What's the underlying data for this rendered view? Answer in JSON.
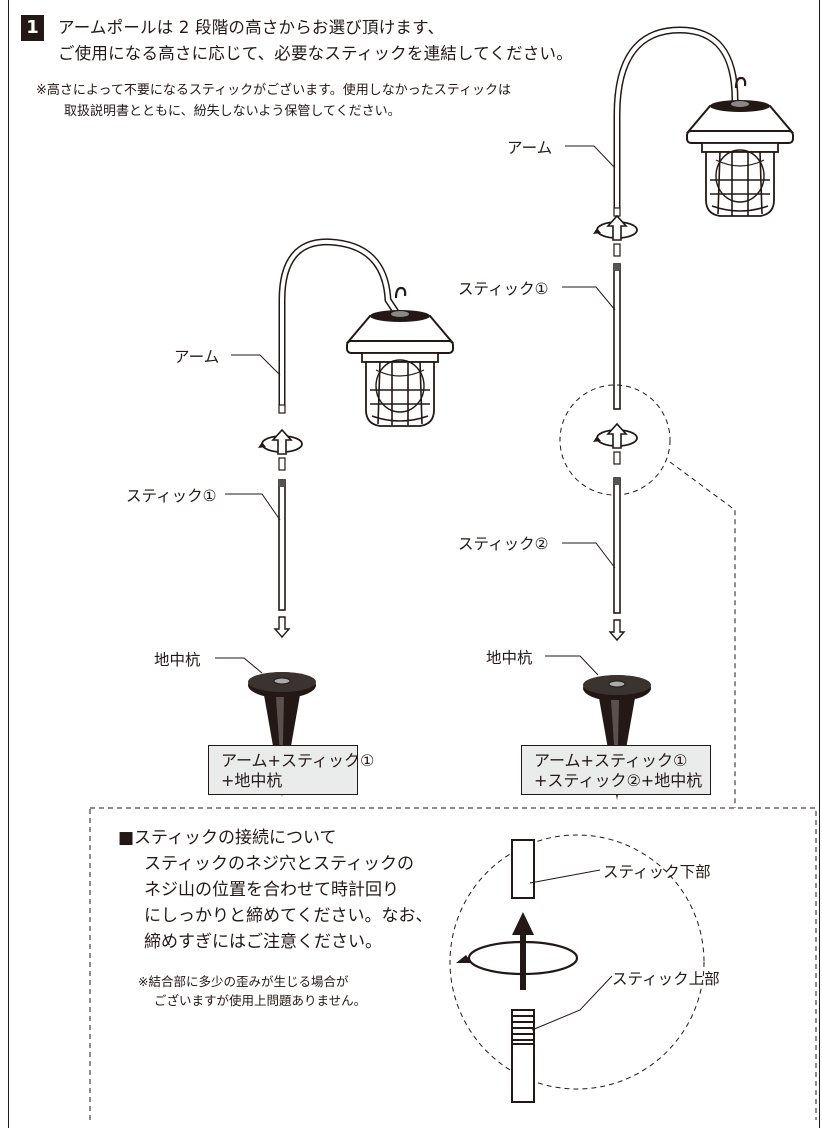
{
  "step": {
    "number": "1"
  },
  "instructions": {
    "line1": "アームポールは 2 段階の高さからお選び頂けます、",
    "line2": "ご使用になる高さに応じて、必要なスティックを連結してください。"
  },
  "note": {
    "line1": "※高さによって不要になるスティックがございます。使用しなかったスティックは",
    "line2": "取扱説明書とともに、紛失しないよう保管してください。"
  },
  "left_assembly": {
    "arm_label": "アーム",
    "stick1_label": "スティック①",
    "stake_label": "地中杭",
    "caption_line1": "アーム+スティック①",
    "caption_line2": "+地中杭"
  },
  "right_assembly": {
    "arm_label": "アーム",
    "stick1_label": "スティック①",
    "stick2_label": "スティック②",
    "stake_label": "地中杭",
    "caption_line1": "アーム+スティック①",
    "caption_line2": "+スティック②+地中杭"
  },
  "connection_panel": {
    "title": "■スティックの接続について",
    "text_line1": "スティックのネジ穴とスティックの",
    "text_line2": "ネジ山の位置を合わせて時計回り",
    "text_line3": "にしっかりと締めてください。なお、",
    "text_line4": "締めすぎにはご注意ください。",
    "note_line1": "※結合部に多少の歪みが生じる場合が",
    "note_line2": "ございますが使用上問題ありません。",
    "lower_label": "スティック下部",
    "upper_label": "スティック上部"
  }
}
